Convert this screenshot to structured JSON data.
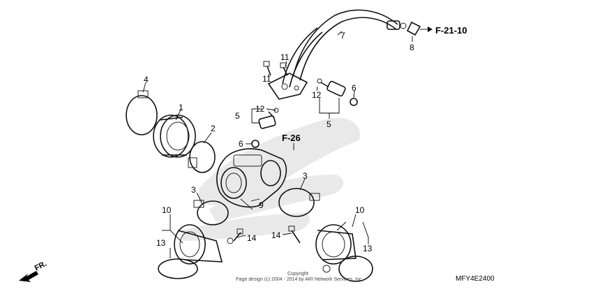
{
  "diagram": {
    "callouts": {
      "c1": "1",
      "c2": "2",
      "c3a": "3",
      "c3b": "3",
      "c4": "4",
      "c5a": "5",
      "c5b": "5",
      "c6a": "6",
      "c6b": "6",
      "c7": "7",
      "c8": "8",
      "c9": "9",
      "c10a": "10",
      "c10b": "10",
      "c11a": "11",
      "c11b": "11",
      "c12a": "12",
      "c12b": "12",
      "c13a": "13",
      "c13b": "13",
      "c14a": "14",
      "c14b": "14"
    },
    "refs": {
      "f21_10": "F-21-10",
      "f26": "F-26"
    },
    "direction": "FR.",
    "copyright": "Copyright",
    "copyright_line": "Page design (c) 2004 - 2014 by ARI Network Services, Inc.",
    "diagram_code": "MFY4E2400"
  }
}
